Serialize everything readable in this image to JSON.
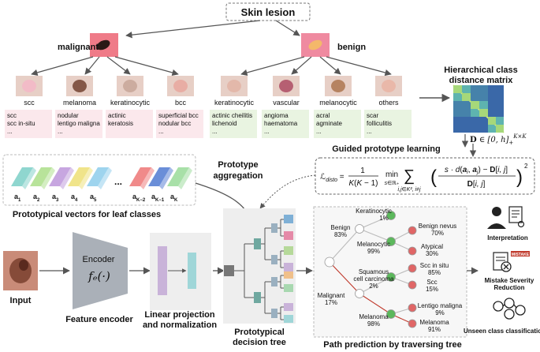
{
  "root_label": "Skin lesion",
  "malignant_label": "malignant",
  "benign_label": "benign",
  "leaf_classes": [
    {
      "name": "scc",
      "subtypes": [
        "scc",
        "scc in-situ",
        "..."
      ],
      "group": "malignant",
      "color": "#f3b8c6"
    },
    {
      "name": "melanoma",
      "subtypes": [
        "nodular",
        "lentigo maligna",
        "..."
      ],
      "group": "malignant",
      "color": "#7a4a3a"
    },
    {
      "name": "keratinocytic",
      "subtypes": [
        "actinic",
        "keratosis"
      ],
      "group": "malignant",
      "color": "#c9a79a"
    },
    {
      "name": "bcc",
      "subtypes": [
        "superficial bcc",
        "nodular bcc",
        "..."
      ],
      "group": "malignant",
      "color": "#e8a9a0"
    },
    {
      "name": "keratinocytic",
      "subtypes": [
        "actinic cheilitis",
        "lichenoid",
        "..."
      ],
      "group": "benign",
      "color": "#e2b5a6"
    },
    {
      "name": "vascular",
      "subtypes": [
        "angioma",
        "haematoma",
        "..."
      ],
      "group": "benign",
      "color": "#b05268"
    },
    {
      "name": "melanocytic",
      "subtypes": [
        "acral",
        "agminate",
        "..."
      ],
      "group": "benign",
      "color": "#b07a55"
    },
    {
      "name": "others",
      "subtypes": [
        "scar",
        "folliculitis",
        "..."
      ],
      "group": "benign",
      "color": "#e9b5a5"
    }
  ],
  "matrix_title_line1": "Hierarchical class",
  "matrix_title_line2": "distance matrix",
  "matrix_formula": "D ∈ [0, h]₊^(K×K)",
  "guided_label": "Guided prototype learning",
  "loss_formula": "ℒdisto = 1/(K(K−1)) min s∈ℝ₊ Σ (i,j)∈K², i≠j ( (s·d(aᵢ,aⱼ) − D[i,j]) / D[i,j] )²",
  "loss_lhs": "ℒ",
  "loss_lhs_sub": "disto",
  "prototype_aggregation": [
    "Prototype",
    "aggregation"
  ],
  "prototype_vectors_label": "Prototypical vectors for leaf classes",
  "prototype_vectors": [
    {
      "label": "a",
      "sub": "1",
      "color": "#8fd6cf"
    },
    {
      "label": "a",
      "sub": "2",
      "color": "#b8e39a"
    },
    {
      "label": "a",
      "sub": "3",
      "color": "#c7a6e0"
    },
    {
      "label": "a",
      "sub": "4",
      "color": "#f0e48a"
    },
    {
      "label": "a",
      "sub": "5",
      "color": "#9ed4ee"
    },
    {
      "label": "a",
      "sub": "K−2",
      "color": "#f08a8a"
    },
    {
      "label": "a",
      "sub": "K−1",
      "color": "#6a8ed8"
    },
    {
      "label": "a",
      "sub": "K",
      "color": "#a8e0a8"
    }
  ],
  "ellipsis": "...",
  "input_label": "Input",
  "encoder_label": "Encoder",
  "encoder_fn": "fₑ(·)",
  "feature_encoder_label": "Feature encoder",
  "linear_label": [
    "Linear projection",
    "and normalization"
  ],
  "tree_label": [
    "Prototypical",
    "decision tree"
  ],
  "path_label": "Path prediction by traversing tree",
  "path_nodes": {
    "keratinocytic": [
      "Keratinocytic",
      "1%"
    ],
    "benign": [
      "Benign",
      "83%"
    ],
    "melanocytic": [
      "Melanocytic",
      "99%"
    ],
    "benign_nevus": [
      "Benign nevus",
      "70%"
    ],
    "atypical": [
      "Atypical",
      "30%"
    ],
    "squamous": [
      "Squamous",
      "cell carcinoma",
      "2%"
    ],
    "scc_in_situ": [
      "Scc in situ",
      "85%"
    ],
    "scc": [
      "Scc",
      "15%"
    ],
    "malignant": [
      "Malignant",
      "17%"
    ],
    "melanoma": [
      "Melanoma",
      "98%"
    ],
    "lentigo": [
      "Lentigo maligna",
      "9%"
    ],
    "melanoma_leaf": [
      "Melanoma",
      "91%"
    ]
  },
  "benefits": [
    {
      "label": "Interpretation",
      "icon": "interpretation-icon"
    },
    {
      "label": [
        "Mistake Severity",
        "Reduction"
      ],
      "icon": "mistake-icon"
    },
    {
      "label": "Unseen class classification",
      "icon": "unseen-class-icon"
    }
  ],
  "mistake_badge": "MISTAKE"
}
